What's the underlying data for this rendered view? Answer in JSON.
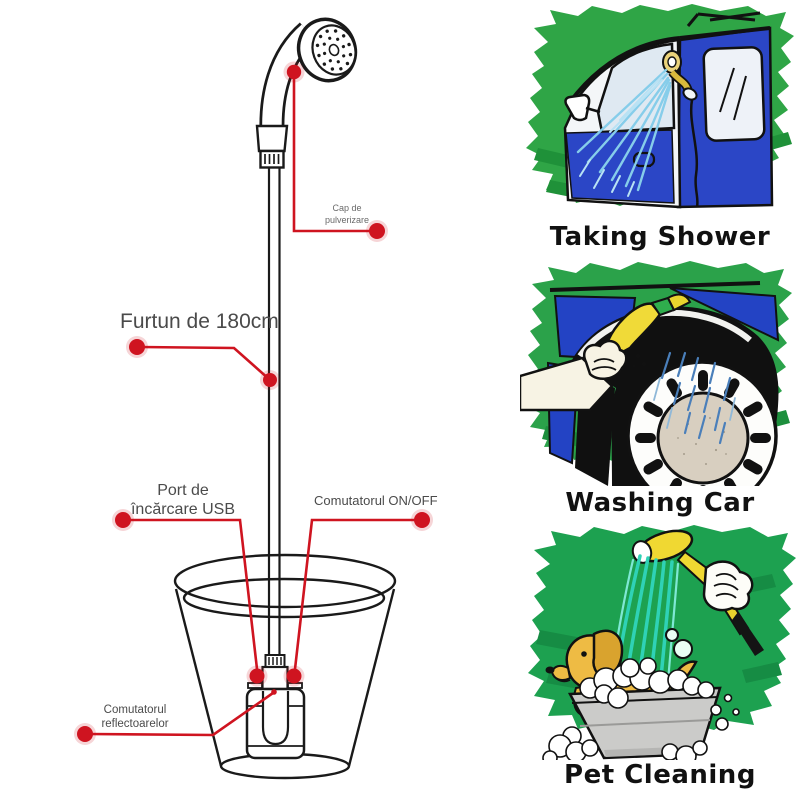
{
  "diagram": {
    "labels": {
      "spray_head": "Cap de pulverizare",
      "hose_length": "Furtun de 180cm",
      "usb_port": "Port de încărcare USB",
      "power_switch": "Comutatorul ON/OFF",
      "spotlight_switch": "Comutatorul reflectoarelor"
    },
    "accent_color": "#cf1420",
    "outline_color": "#1a1a1a"
  },
  "panels": [
    {
      "id": "taking-shower",
      "caption": "Taking Shower"
    },
    {
      "id": "washing-car",
      "caption": "Washing Car"
    },
    {
      "id": "pet-cleaning",
      "caption": "Pet Cleaning"
    }
  ],
  "colors": {
    "splash_green": "#2fa546",
    "splash_green_dark": "#1f9139",
    "pet_green": "#1da150",
    "car_blue": "#2b46c6",
    "water_light_blue": "#8fd2ee",
    "water_teal": "#2fd2b6",
    "nozzle_yellow": "#f0da38",
    "dog_yellow": "#eebb44",
    "hub_beige": "#d8cfc0",
    "tub_gray": "#cbcbc9"
  }
}
